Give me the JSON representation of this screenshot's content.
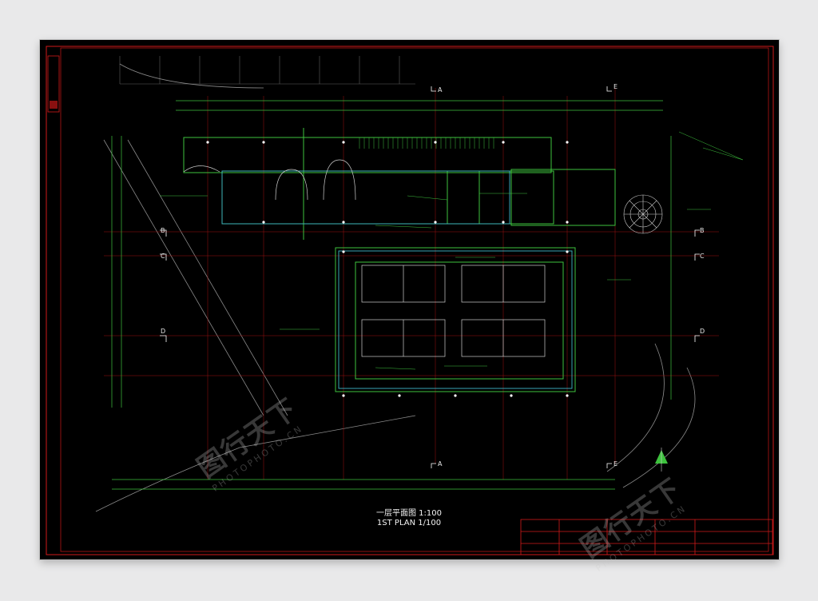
{
  "drawing": {
    "title_cn": "一层平面图 1:100",
    "title_en": "1ST PLAN 1/100",
    "axis_labels": [
      "A",
      "B",
      "C",
      "D",
      "E"
    ]
  },
  "watermark": {
    "text_cn": "图行天下",
    "text_en": "PHOTOPHOTO.CN"
  },
  "colors": {
    "background": "#000000",
    "frame_red": "#d11a1a",
    "wall_green": "#3ec23e",
    "dim_red": "#b31515",
    "text_white": "#f2f2f2",
    "cyan": "#3fb6c8"
  }
}
